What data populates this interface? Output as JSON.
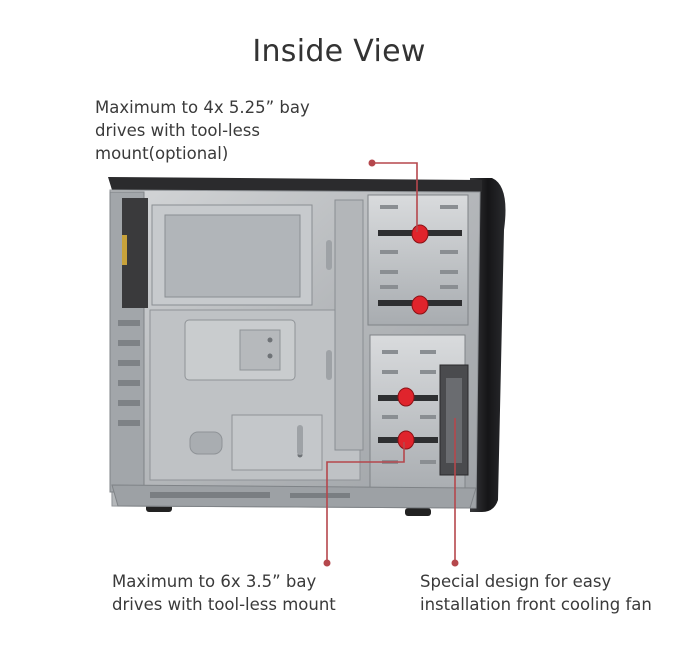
{
  "title": "Inside View",
  "callouts": {
    "top": "Maximum to  4x 5.25”    bay\ndrives with tool-less\nmount(optional)",
    "bottom_left": "Maximum to 6x 3.5”    bay\ndrives with tool-less mount",
    "bottom_right": "Special design for easy\ninstallation front cooling fan"
  },
  "colors": {
    "leader": "#b5474c",
    "clip": "#e0242c",
    "chassis": "#b9bcbf",
    "bezel": "#1d1d1f"
  }
}
